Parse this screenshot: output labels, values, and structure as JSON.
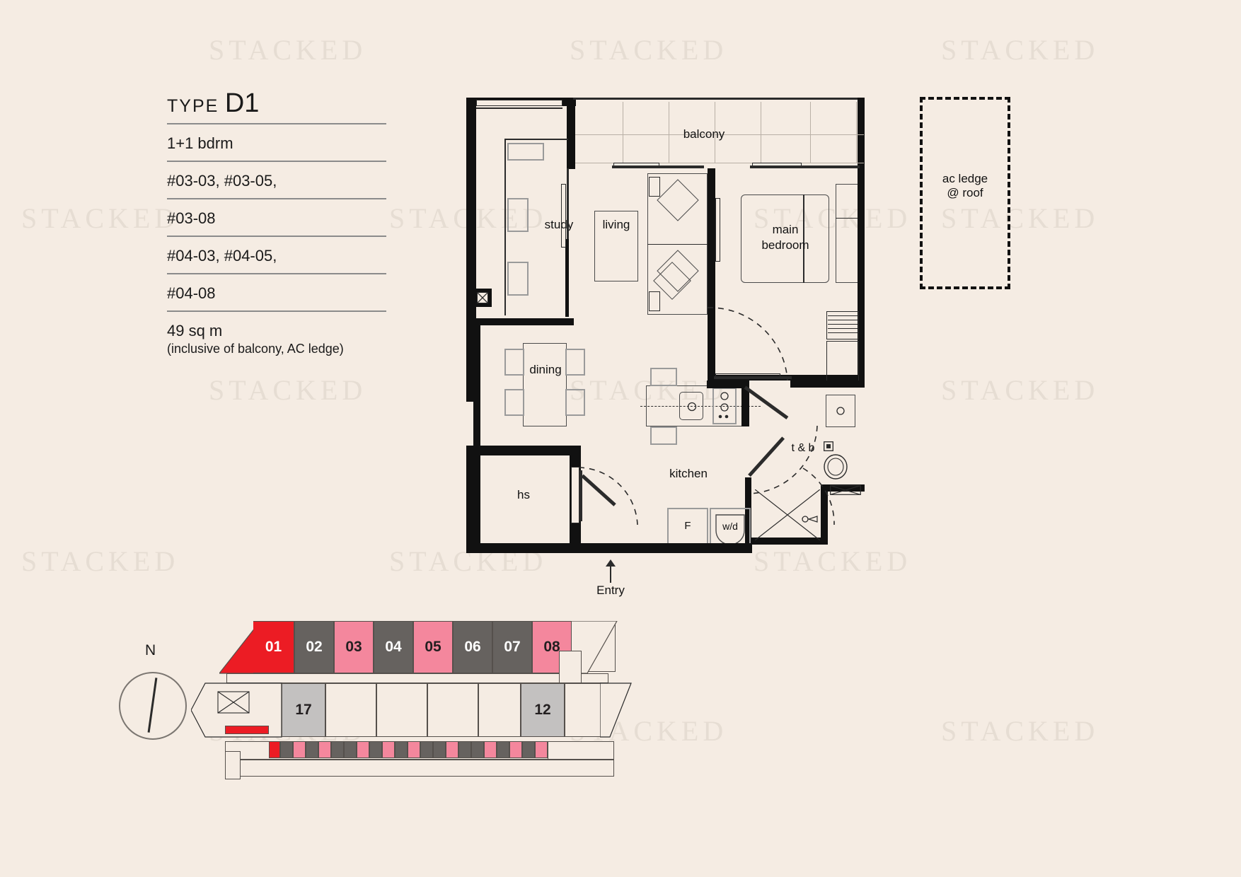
{
  "watermark": "STACKED",
  "info": {
    "type_prefix": "TYPE",
    "type_code": "D1",
    "bedrooms": "1+1 bdrm",
    "units_line1": "#03-03, #03-05,",
    "units_line2": "#03-08",
    "units_line3": "#04-03, #04-05,",
    "units_line4": "#04-08",
    "area": "49 sq m",
    "area_note": "(inclusive of balcony, AC ledge)"
  },
  "plan": {
    "labels": {
      "balcony": "balcony",
      "study": "study",
      "living": "living",
      "main_bedroom_l1": "main",
      "main_bedroom_l2": "bedroom",
      "dining": "dining",
      "kitchen": "kitchen",
      "toilet_bath": "t & b",
      "household_shelter": "hs",
      "fridge": "F",
      "washer_dryer": "w/d",
      "entry": "Entry"
    },
    "ac_ledge_l1": "ac ledge",
    "ac_ledge_l2": "@ roof"
  },
  "keyplan": {
    "north_label": "N",
    "upper_units": [
      {
        "id": "01",
        "state": "highlight"
      },
      {
        "id": "02",
        "state": "gray"
      },
      {
        "id": "03",
        "state": "pink"
      },
      {
        "id": "04",
        "state": "gray"
      },
      {
        "id": "05",
        "state": "pink"
      },
      {
        "id": "06",
        "state": "gray"
      },
      {
        "id": "07",
        "state": "gray"
      },
      {
        "id": "08",
        "state": "pink"
      }
    ],
    "lower_units": [
      {
        "id": "17",
        "state": "lgray"
      },
      {
        "id": "",
        "state": "empty"
      },
      {
        "id": "",
        "state": "empty"
      },
      {
        "id": "",
        "state": "empty"
      },
      {
        "id": "",
        "state": "empty"
      },
      {
        "id": "12",
        "state": "lgray"
      },
      {
        "id": "",
        "state": "empty"
      }
    ]
  },
  "colors": {
    "background": "#f5ece3",
    "highlight_red": "#ec1c24",
    "unit_gray": "#66625f",
    "unit_pink": "#f4879d",
    "unit_light_gray": "#c3c1c0",
    "wall_black": "#111111",
    "watermark": "#e6ddd3"
  }
}
